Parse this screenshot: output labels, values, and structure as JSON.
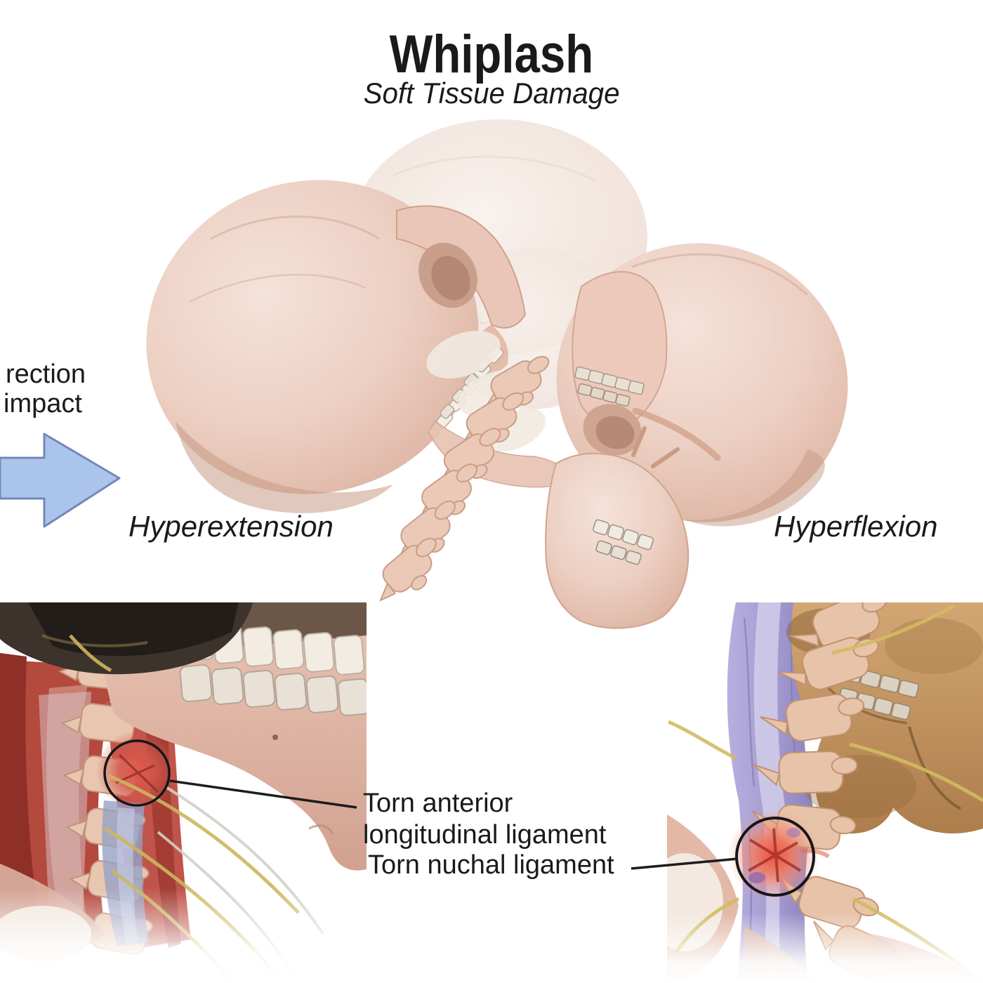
{
  "header": {
    "title": "Whiplash",
    "subtitle": "Soft Tissue Damage"
  },
  "impact_label": {
    "line1": "rection",
    "line2": "impact"
  },
  "position_labels": {
    "left": "Hyperextension",
    "right": "Hyperflexion"
  },
  "annotations": {
    "torn_anterior_line1": "Torn anterior",
    "torn_anterior_line2": "longitudinal ligament",
    "torn_nuchal": "Torn nuchal ligament"
  },
  "icons": {
    "arrow": "direction-of-impact-arrow",
    "circle_left": "anterior-ligament-circle-annotation",
    "circle_right": "nuchal-ligament-circle-annotation"
  },
  "colors": {
    "text": "#1a1a1a",
    "arrow_fill": "#aac4ec",
    "arrow_outline": "#7288b8",
    "leader_line": "#1c1c1c",
    "circle_outline": "#161616",
    "bone": "#ecd0c2",
    "bone_shadow": "#c69a85",
    "ghost_bone": "#f3e9e2",
    "teeth_white": "#f2ece3",
    "muscle_red": "#b5473d",
    "spinal_band_blue": "#96a0c6",
    "ligament_purple": "#a8a0d4",
    "skull_tan": "#c89a63",
    "nerve_yellow": "#ccb75f",
    "skin": "#e3bcab",
    "torn_red": "#e04c3e",
    "hair_dark": "#2e2620"
  }
}
